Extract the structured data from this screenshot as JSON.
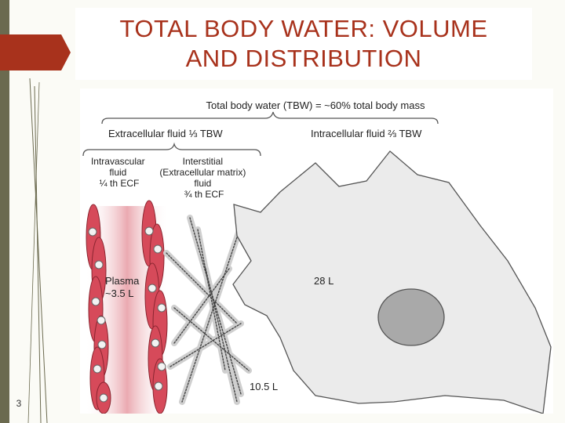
{
  "slide": {
    "title": "TOTAL BODY WATER: VOLUME\nAND DISTRIBUTION",
    "page_number": "3",
    "accent_color": "#a8321c",
    "frame_color": "#6b6a4f"
  },
  "diagram": {
    "tbw_label": "Total body water (TBW) = ~60% total body mass",
    "ecf_label": "Extracellular fluid ⅓ TBW",
    "icf_label": "Intracellular fluid ⅔ TBW",
    "intravascular": [
      "Intravascular",
      "fluid",
      "¼ th ECF"
    ],
    "interstitial": [
      "Interstitial",
      "(Extracellular matrix)",
      "fluid",
      "¾ th ECF"
    ],
    "plasma": [
      "Plasma",
      "~3.5 L"
    ],
    "icf_volume": "28 L",
    "isf_volume": "10.5 L",
    "colors": {
      "rbc": "#d64a5a",
      "plasma_band": "#e8a0a8",
      "cell_body": "#ebebeb",
      "nucleus": "#a9a9a9",
      "fiber": "#444444"
    }
  }
}
